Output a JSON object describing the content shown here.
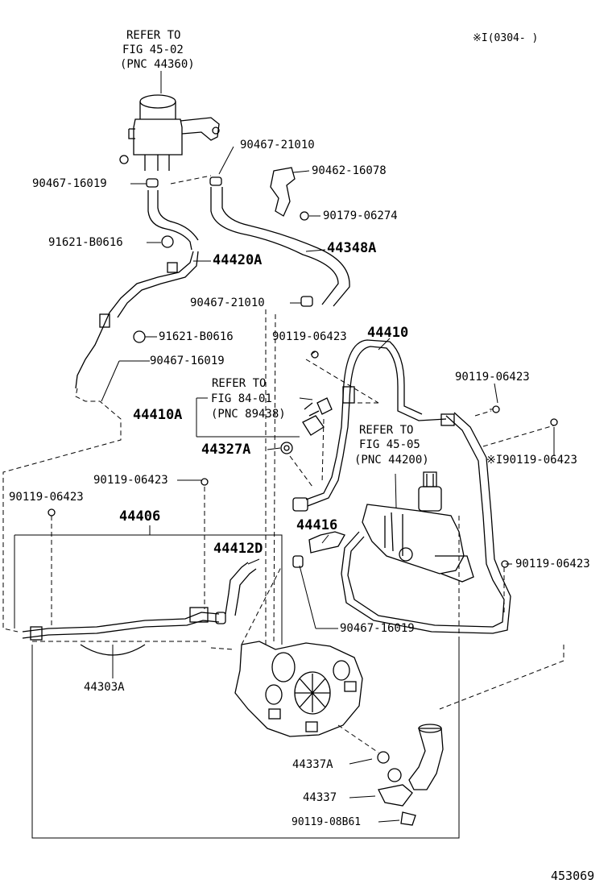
{
  "corner_note": "※I(0304-    )",
  "figure_number": "453069",
  "refer_reservoir": {
    "line1": "REFER TO",
    "line2": "FIG 45-02",
    "line3": "(PNC 44360)"
  },
  "refer_sensor": {
    "line1": "REFER TO",
    "line2": "FIG 84-01",
    "line3": "(PNC 89438)"
  },
  "refer_gear": {
    "line1": "REFER TO",
    "line2": "FIG 45-05",
    "line3": "(PNC 44200)"
  },
  "parts": {
    "p90467_21010_top": "90467-21010",
    "p90467_16019_top": "90467-16019",
    "p90462_16078": "90462-16078",
    "p90179_06274": "90179-06274",
    "p91621_B0616_top": "91621-B0616",
    "p44420A": "44420A",
    "p44348A": "44348A",
    "p90467_21010_mid": "90467-21010",
    "p91621_B0616_mid": "91621-B0616",
    "p90467_16019_mid": "90467-16019",
    "p90119_06423_a": "90119-06423",
    "p44410": "44410",
    "p44410A": "44410A",
    "p90119_06423_b": "90119-06423",
    "p44327A": "44327A",
    "p90119_06423_c": "※I90119-06423",
    "p90119_06423_d": "90119-06423",
    "p90119_06423_e": "90119-06423",
    "p44406": "44406",
    "p44416": "44416",
    "p44412D": "44412D",
    "p90119_06423_f": "90119-06423",
    "p90467_16019_low": "90467-16019",
    "p44303A": "44303A",
    "p44337A": "44337A",
    "p44337": "44337",
    "p90119_08B61": "90119-08B61"
  }
}
